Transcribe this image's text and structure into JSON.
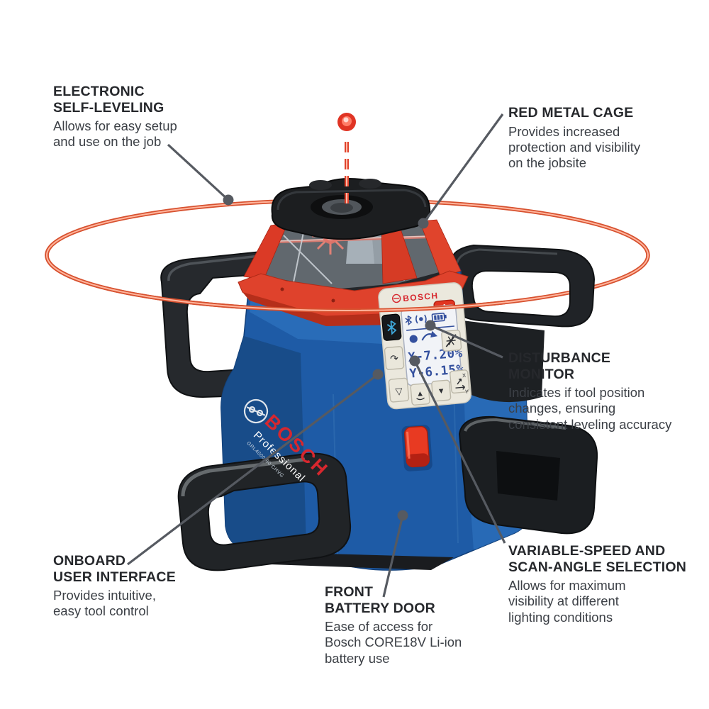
{
  "features": [
    {
      "id": "electronic-self-leveling",
      "title": "ELECTRONIC\nSELF-LEVELING",
      "description": "Allows for easy setup\nand use on the job"
    },
    {
      "id": "red-metal-cage",
      "title": "RED METAL CAGE",
      "description": "Provides increased\nprotection and visibility\non the jobsite"
    },
    {
      "id": "disturbance-monitor",
      "title": "DISTURBANCE\nMONITOR",
      "description": "Indicates if tool position\nchanges, ensuring\nconsistent leveling accuracy"
    },
    {
      "id": "onboard-user-interface",
      "title": "ONBOARD\nUSER INTERFACE",
      "description": "Provides intuitive,\neasy tool control"
    },
    {
      "id": "front-battery-door",
      "title": "FRONT\nBATTERY DOOR",
      "description": "Ease of access for\nBosch CORE18V Li-ion\nbattery use"
    },
    {
      "id": "variable-speed-scan-angle",
      "title": "VARIABLE-SPEED AND\nSCAN-ANGLE SELECTION",
      "description": "Allows for maximum\nvisibility at different\nlighting conditions"
    }
  ],
  "device": {
    "panel_brand": "BOSCH",
    "body_brand": "BOSCH",
    "body_brand_sub": "Professional",
    "body_model": "GRL4000-80 CHVG",
    "display": {
      "line_x": "X-7.20%",
      "line_y": "Y-6.15%"
    },
    "icons": [
      "bluetooth-icon",
      "vibration-alert-icon",
      "battery-icon",
      "rotation-dot-icon",
      "slope-arrow-icon",
      "plumb-icon",
      "rotation-speed-icon",
      "scan-angle-icon",
      "xy-axis-icon",
      "power-icon",
      "disturbance-off-icon"
    ],
    "colors": {
      "laser_red": "#dd4b2d",
      "laser_core": "#ffb9a2",
      "cage_red": "#df422c",
      "body_blue": "#1e5ba6",
      "panel_cream": "#ebe8dd",
      "lcd_blue": "#34509e",
      "bosch_red": "#d7272e",
      "callout_gray": "#565a61"
    }
  }
}
